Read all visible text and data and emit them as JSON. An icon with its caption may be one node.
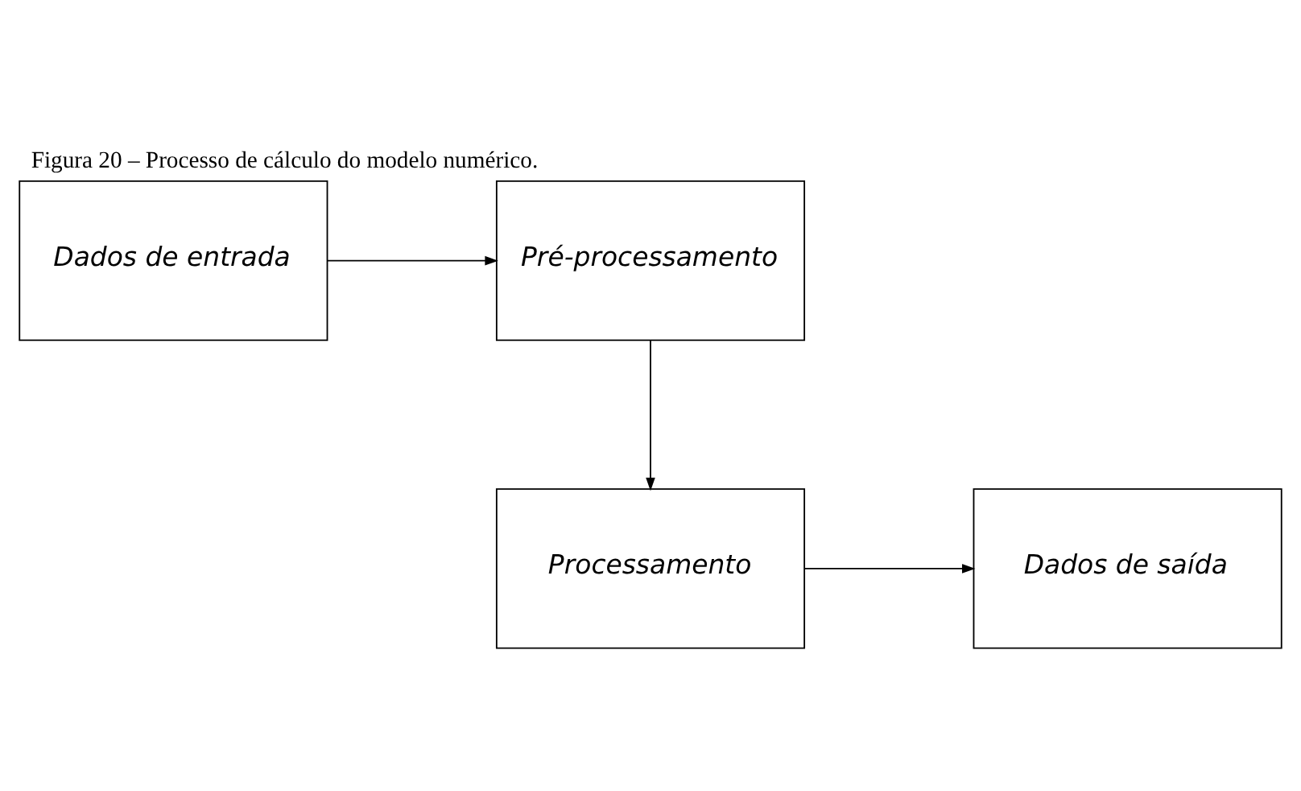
{
  "diagram": {
    "title": "Figura 20 – Processo de cálculo do modelo numérico.",
    "nodes": [
      {
        "text": [
          "Dados de entrada"
        ]
      },
      {
        "text": [
          "Pré-processamento"
        ]
      },
      {
        "text": [
          "Processamento"
        ]
      },
      {
        "text": [
          "Dados de saída"
        ]
      }
    ],
    "edges": [
      {
        "from": 0,
        "to": 1,
        "arrow": "to"
      },
      {
        "from": 1,
        "to": 2,
        "arrow": "to"
      },
      {
        "from": 2,
        "to": 3,
        "arrow": "to"
      }
    ]
  }
}
